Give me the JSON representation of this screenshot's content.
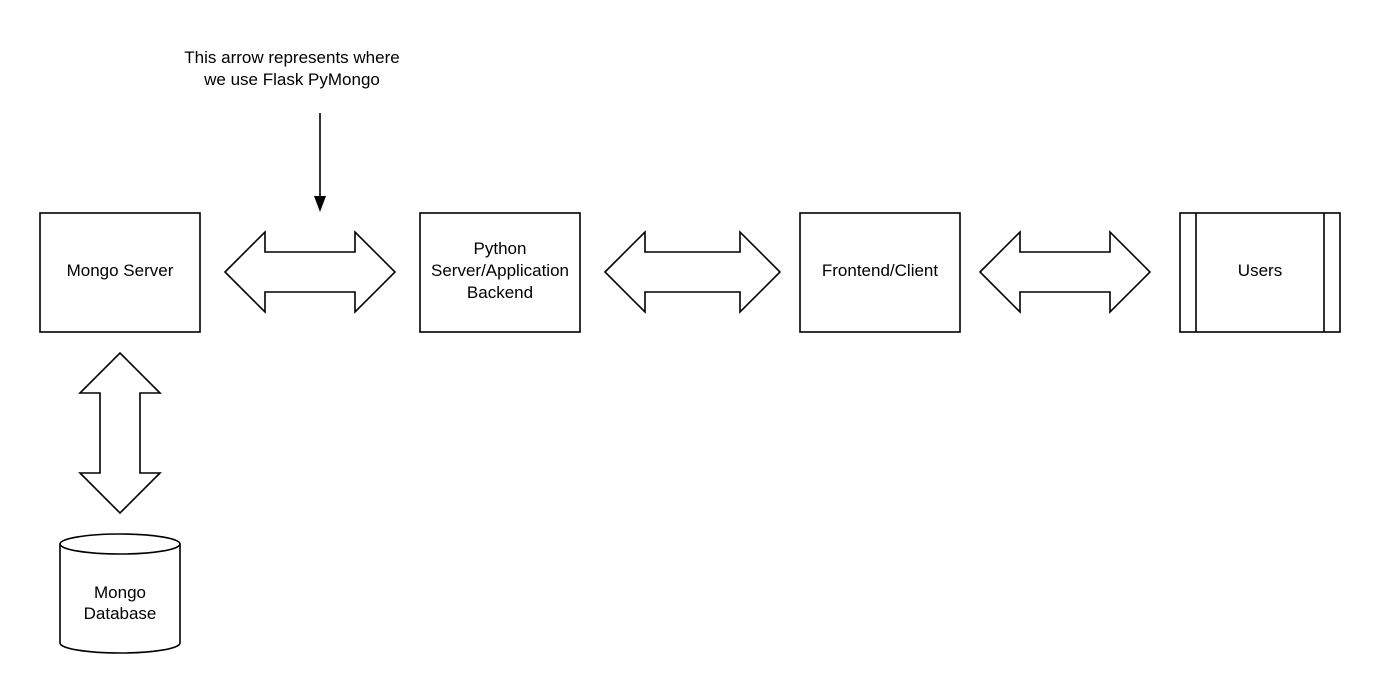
{
  "annotation": {
    "line1": "This arrow represents where",
    "line2": "we use Flask PyMongo"
  },
  "nodes": {
    "mongo_server": {
      "label": "Mongo Server"
    },
    "python_server": {
      "line1": "Python",
      "line2": "Server/Application",
      "line3": "Backend"
    },
    "frontend": {
      "label": "Frontend/Client"
    },
    "users": {
      "label": "Users"
    },
    "mongo_database": {
      "line1": "Mongo",
      "line2": "Database"
    }
  },
  "colors": {
    "stroke": "#000000",
    "fill": "#ffffff"
  }
}
